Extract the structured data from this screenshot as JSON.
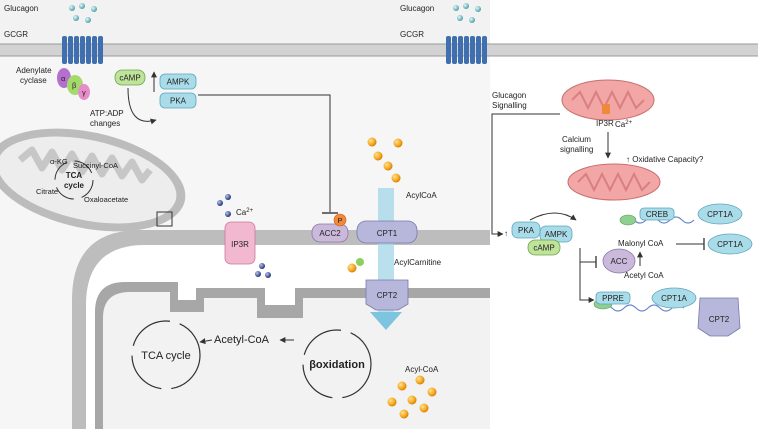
{
  "left": {
    "glucagon": "Glucagon",
    "gcgr": "GCGR",
    "adenylate_cyclase": "Adenylate\ncyclase",
    "alpha": "α",
    "beta": "β",
    "gamma": "γ",
    "atp_adp": "ATP:ADP\nchanges",
    "camp": "cAMP",
    "ampk": "AMPK",
    "pka": "PKA",
    "akg": "α-KG",
    "succinyl": "Succinyl-CoA",
    "tca_small": "TCA\ncycle",
    "citrate": "Citrate",
    "oxaloacetate": "Oxaloacetate",
    "ca": "Ca",
    "ca_sup": "2+",
    "ip3r": "IP3R",
    "p": "P",
    "acc2": "ACC2",
    "cpt1": "CPT1",
    "acylcoa": "AcylCoA",
    "acylcarnitine": "AcylCarnitine",
    "cpt2": "CPT2",
    "acetyl_coa": "Acetyl-CoA",
    "tca_big": "TCA cycle",
    "beta_ox": "βoxidation",
    "acyl_coa2": "Acyl-CoA"
  },
  "right": {
    "glucagon": "Glucagon",
    "gcgr": "GCGR",
    "glucagon_signalling": "Glucagon\nSignalling",
    "ip3r": "IP3R",
    "ca": "Ca",
    "ca_sup": "2+",
    "calcium_signalling": "Calcium\nsignalling",
    "oxidative": "↑ Oxidative Capacity?",
    "creb": "CREB",
    "cpt1a_1": "CPT1A",
    "pka": "PKA",
    "ampk": "AMPK",
    "camp": "cAMP",
    "acc": "ACC",
    "malonyl": "Malonyl CoA",
    "cpt1a_2": "CPT1A",
    "acetyl": "Acetyl CoA",
    "ppre": "PPRE",
    "cpt1a_3": "CPT1A",
    "cpt2": "CPT2",
    "up_arrow": "↑"
  },
  "colors": {
    "membrane": "#c9c9c9",
    "receptor": "#3f6fae",
    "camp_green": "#bfe39a",
    "pka_blue": "#a9dbe8",
    "acc_purple": "#cbb9dc",
    "cpt_lavender": "#b7b7db",
    "ip3r_pink": "#f2b8cf",
    "mito_red": "#f2a6a6",
    "fatty_orange": "#f5b43b",
    "dna_blue": "#6a86c9"
  }
}
